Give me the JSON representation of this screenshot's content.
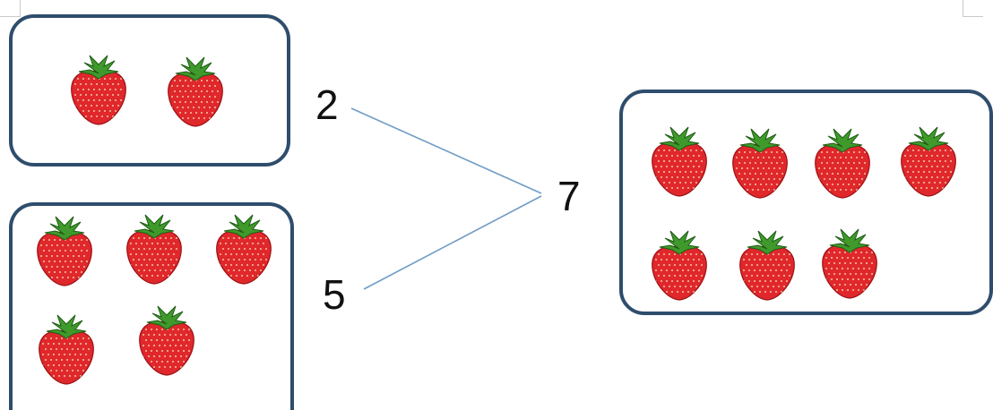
{
  "numbers": {
    "part_a": "2",
    "part_b": "5",
    "whole": "7"
  },
  "groups": {
    "top_left_count": 2,
    "bottom_left_count": 5,
    "right_count": 7
  },
  "icons": {
    "fruit": "strawberry-icon"
  },
  "colors": {
    "box_border": "#2f4d6c",
    "connector_line": "#6f9cc6",
    "strawberry_red": "#e0282c",
    "leaf_green": "#3f9a2b"
  }
}
